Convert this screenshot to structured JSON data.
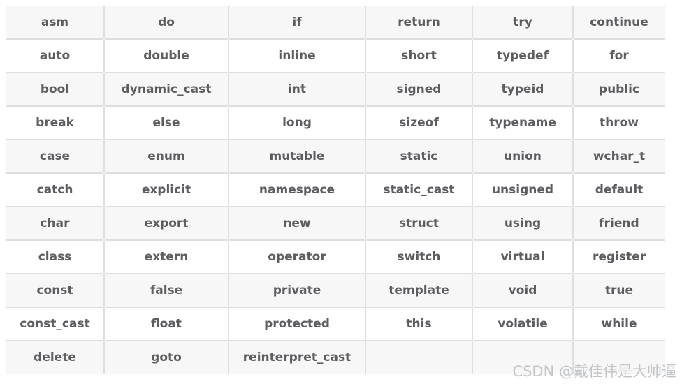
{
  "table": {
    "description": "C++ keywords table",
    "column_count": 6,
    "rows": [
      [
        "asm",
        "do",
        "if",
        "return",
        "try",
        "continue"
      ],
      [
        "auto",
        "double",
        "inline",
        "short",
        "typedef",
        "for"
      ],
      [
        "bool",
        "dynamic_cast",
        "int",
        "signed",
        "typeid",
        "public"
      ],
      [
        "break",
        "else",
        "long",
        "sizeof",
        "typename",
        "throw"
      ],
      [
        "case",
        "enum",
        "mutable",
        "static",
        "union",
        "wchar_t"
      ],
      [
        "catch",
        "explicit",
        "namespace",
        "static_cast",
        "unsigned",
        "default"
      ],
      [
        "char",
        "export",
        "new",
        "struct",
        "using",
        "friend"
      ],
      [
        "class",
        "extern",
        "operator",
        "switch",
        "virtual",
        "register"
      ],
      [
        "const",
        "false",
        "private",
        "template",
        "void",
        "true"
      ],
      [
        "const_cast",
        "float",
        "protected",
        "this",
        "volatile",
        "while"
      ],
      [
        "delete",
        "goto",
        "reinterpret_cast",
        "",
        "",
        ""
      ]
    ]
  },
  "watermark": {
    "text": "CSDN @戴佳伟是大帅逼"
  },
  "colors": {
    "row_odd_bg": "#f7f7f7",
    "row_even_bg": "#ffffff",
    "border": "#dcdfe2",
    "text": "#5b5d60",
    "watermark": "#c2c5c8"
  }
}
